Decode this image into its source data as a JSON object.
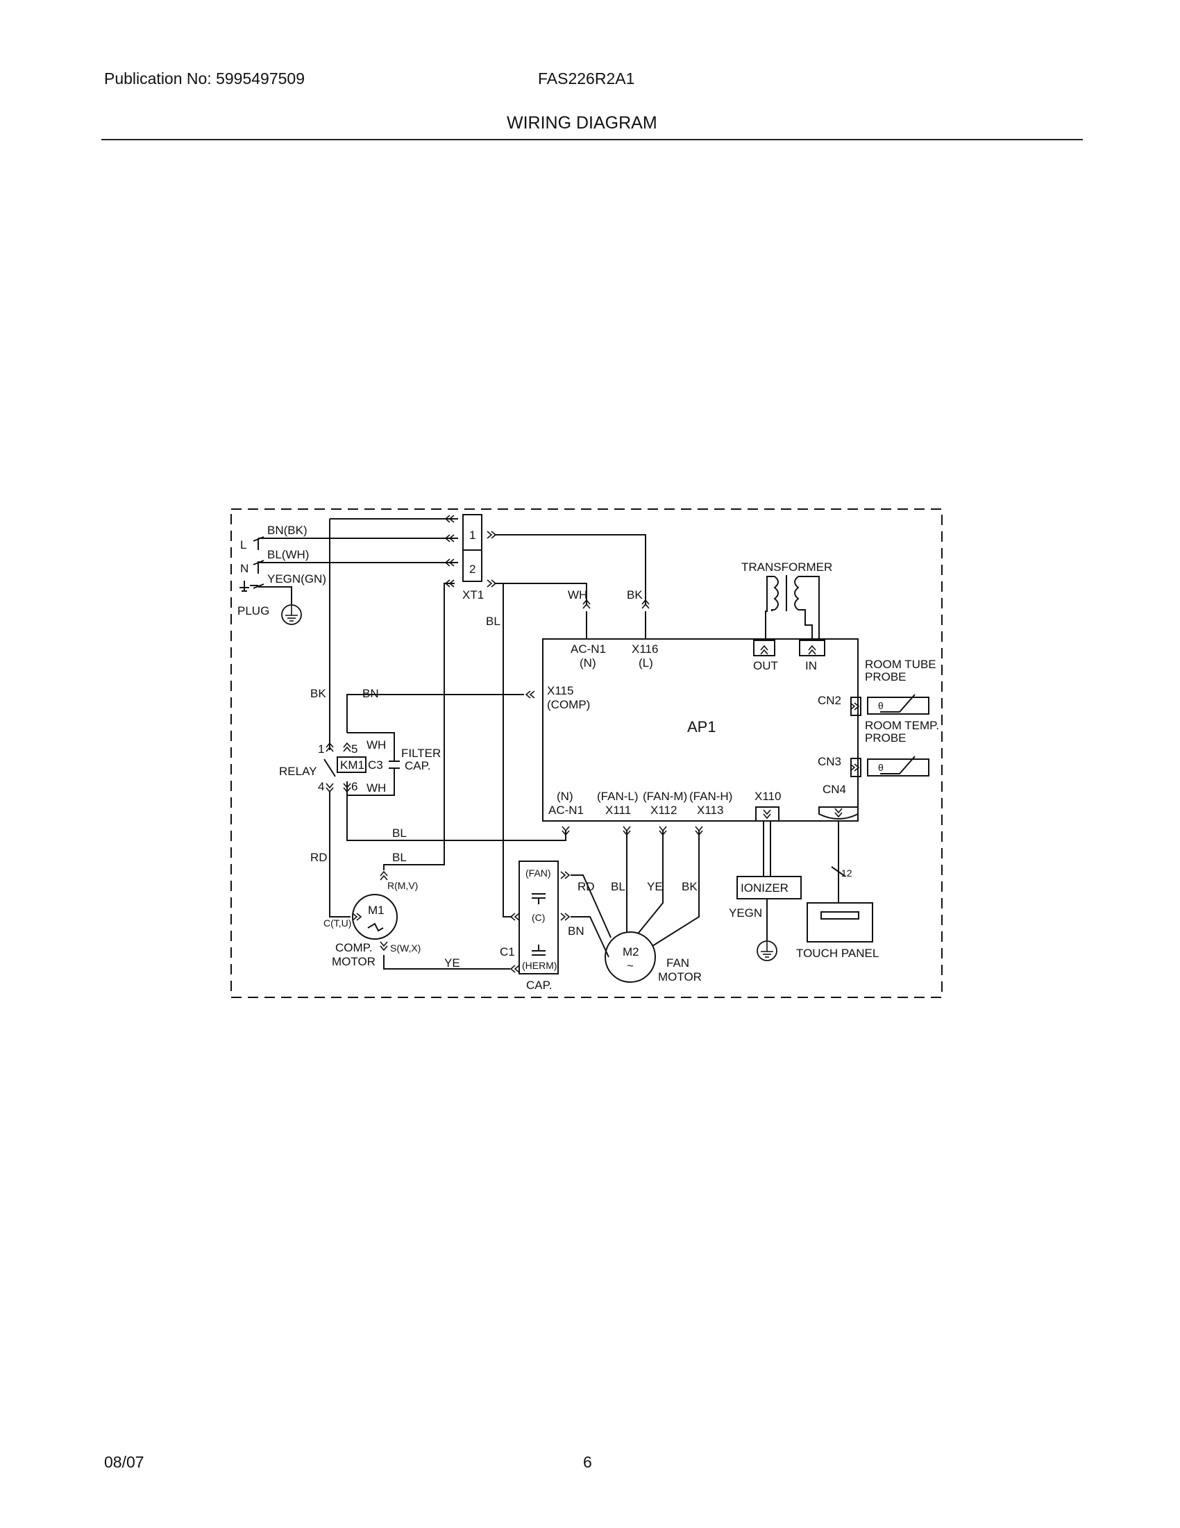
{
  "header": {
    "publication": "Publication No: 5995497509",
    "model": "FAS226R2A1",
    "title": "WIRING DIAGRAM"
  },
  "footer": {
    "date": "08/07",
    "page": "6"
  },
  "diagram": {
    "plug": {
      "l": "L",
      "n": "N",
      "wire_l": "BN(BK)",
      "wire_n": "BL(WH)",
      "wire_g": "YEGN(GN)",
      "label": "PLUG"
    },
    "terminal": {
      "pos1": "1",
      "pos2": "2",
      "label": "XT1"
    },
    "wires": {
      "bl_xt1": "BL",
      "wh_top": "WH",
      "bk_top": "BK",
      "bk_left": "BK",
      "bn_comp": "BN",
      "bl_mid": "BL",
      "rd_left": "RD",
      "bl_low": "BL",
      "ye_bottom": "YE",
      "rd_fan": "RD",
      "bl_fan": "BL",
      "ye_fan": "YE",
      "bk_fan": "BK",
      "bn_cap": "BN",
      "yegn": "YEGN",
      "wh_5": "WH",
      "wh_6": "WH"
    },
    "transformer": {
      "label": "TRANSFORMER",
      "out": "OUT",
      "in": "IN"
    },
    "board": {
      "label": "AP1",
      "acn1_top": "AC-N1",
      "n_top": "(N)",
      "x116": "X116",
      "l_top": "(L)",
      "x115": "X115",
      "comp": "(COMP)",
      "cn2": "CN2",
      "cn3": "CN3",
      "cn4": "CN4",
      "n_bottom": "(N)",
      "acn1_bottom": "AC-N1",
      "fan_l": "(FAN-L)",
      "fan_m": "(FAN-M)",
      "fan_h": "(FAN-H)",
      "x111": "X111",
      "x112": "X112",
      "x113": "X113",
      "x110": "X110"
    },
    "probes": {
      "tube_1": "ROOM TUBE",
      "tube_2": "PROBE",
      "temp_1": "ROOM TEMP.",
      "temp_2": "PROBE",
      "theta": "θ"
    },
    "relay": {
      "label": "RELAY",
      "coil": "KM1",
      "p1": "1",
      "p4": "4",
      "p5": "5",
      "p6": "6"
    },
    "filter_cap": {
      "c3": "C3",
      "line1": "FILTER",
      "line2": "CAP."
    },
    "comp_motor": {
      "m1": "M1",
      "r": "R(M,V)",
      "c": "C(T,U)",
      "s": "S(W,X)",
      "line1": "COMP.",
      "line2": "MOTOR"
    },
    "run_cap": {
      "fan": "(FAN)",
      "c": "(C)",
      "herm": "(HERM)",
      "c1": "C1",
      "label": "CAP."
    },
    "fan_motor": {
      "m2": "M2",
      "tilde": "~",
      "line1": "FAN",
      "line2": "MOTOR"
    },
    "ionizer": {
      "label": "IONIZER"
    },
    "touch_panel": {
      "label": "TOUCH PANEL",
      "count": "12"
    }
  }
}
